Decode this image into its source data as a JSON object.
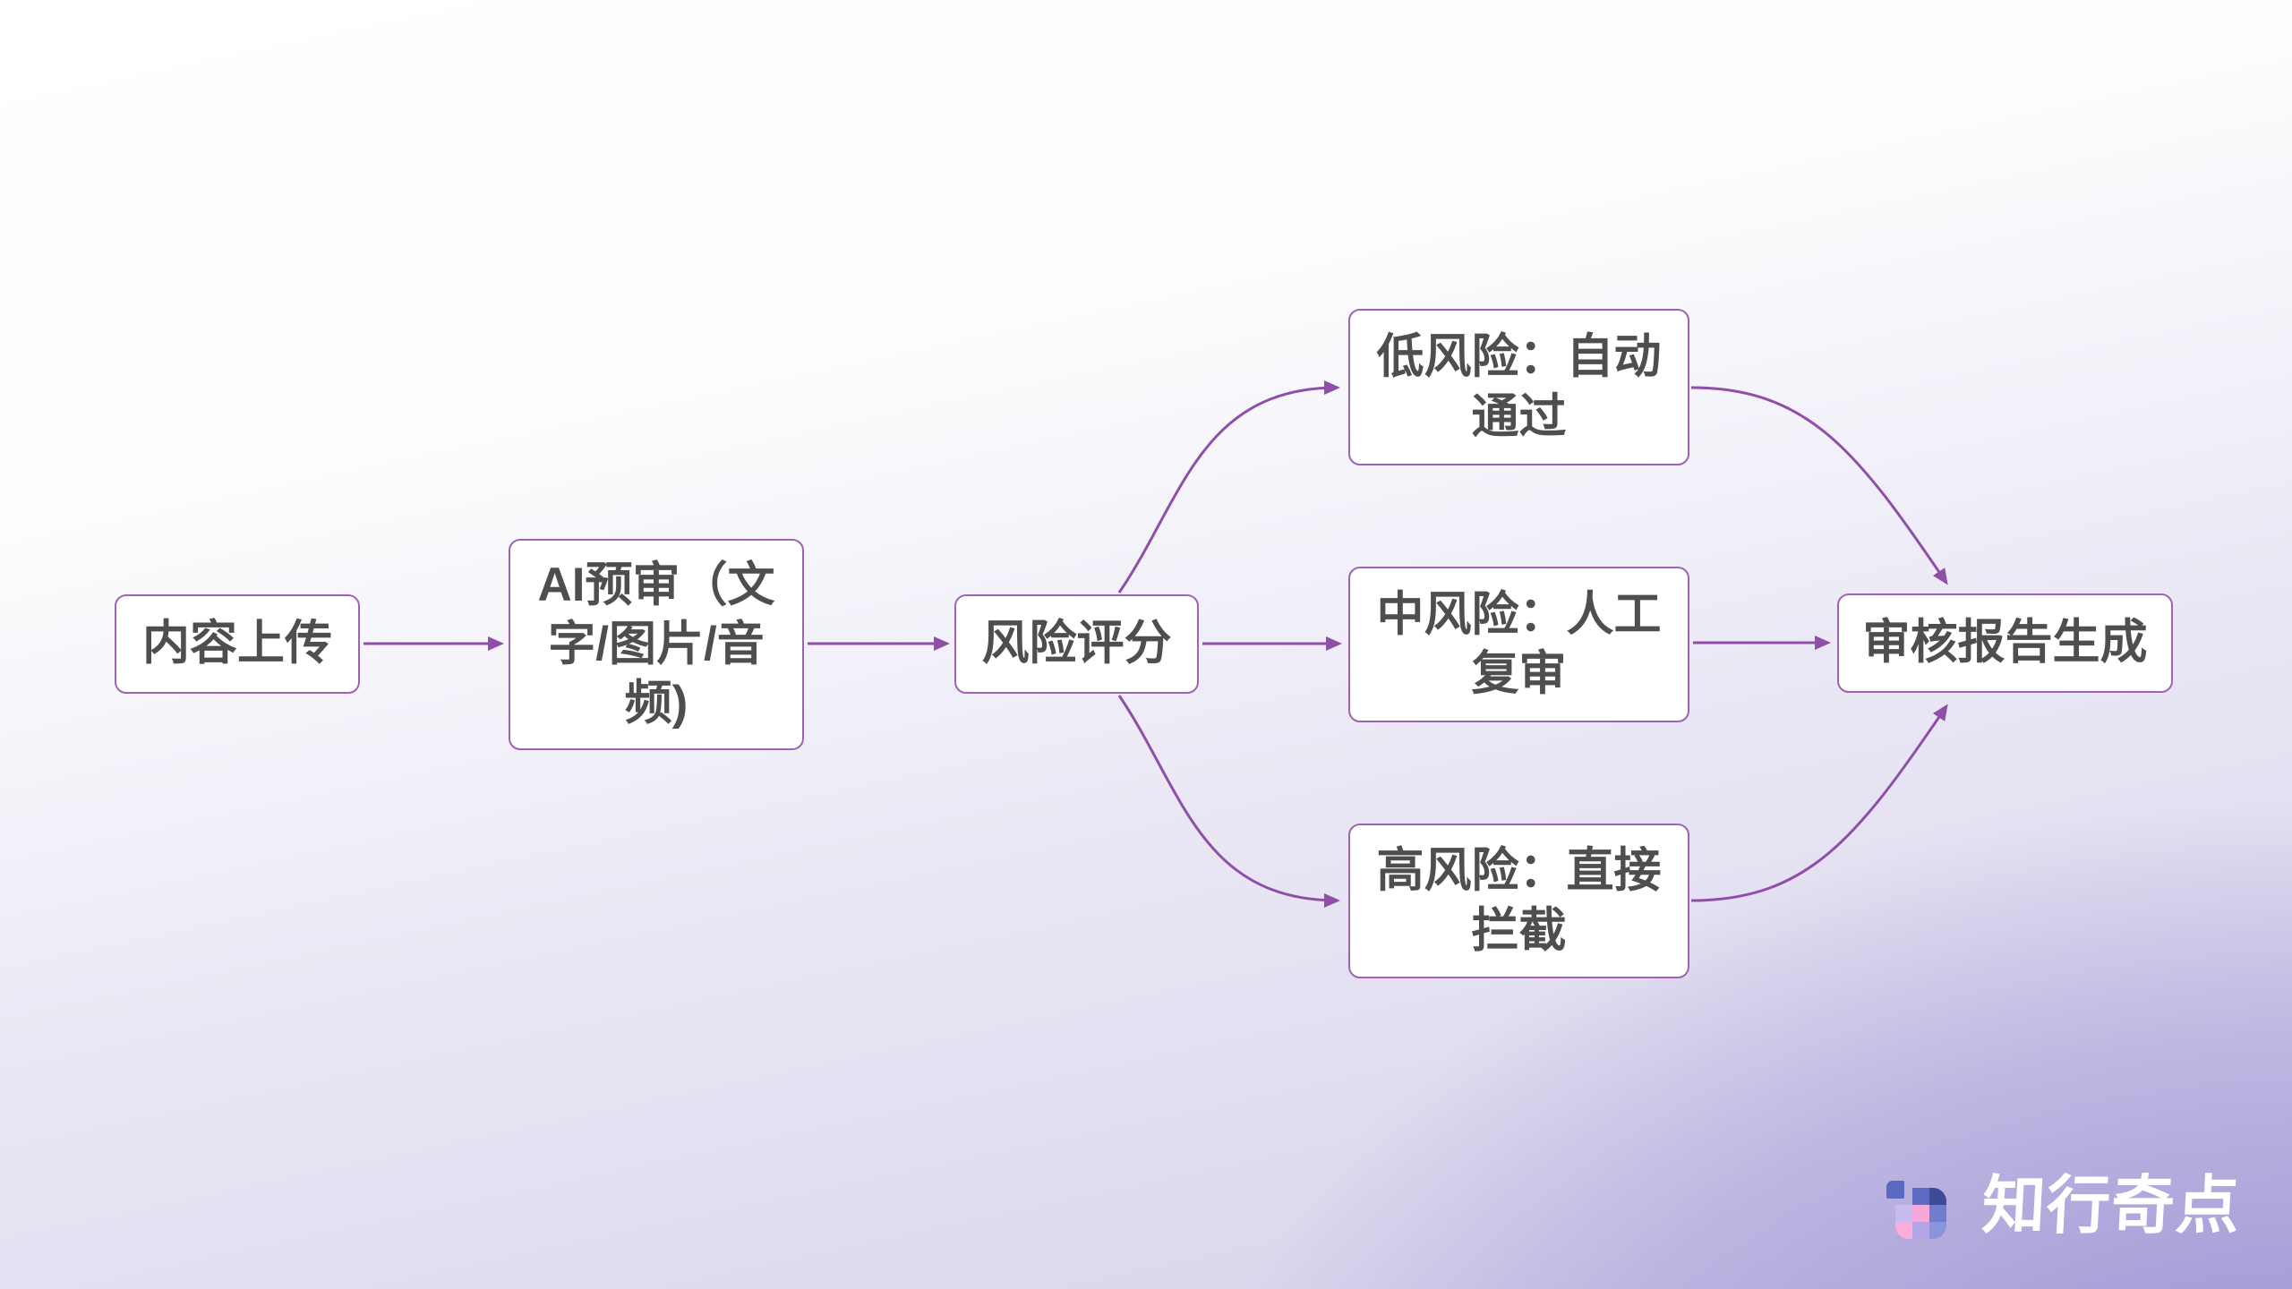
{
  "theme": {
    "connector_color": "#8f4fa8",
    "node_border_color": "#9f62b4",
    "node_fill": "#ffffff",
    "node_text_color": "#4e4e4e",
    "background_top_left": "#ffffff",
    "background_bottom_left": "#d9d5ee",
    "background_bottom_right": "#9a8fd0"
  },
  "flowchart": {
    "nodes": [
      {
        "id": "content-upload",
        "label": "内容上传"
      },
      {
        "id": "ai-precheck",
        "label": "AI预审（文\n字/图片/音\n频)"
      },
      {
        "id": "risk-score",
        "label": "风险评分"
      },
      {
        "id": "low-risk",
        "label": "低风险：自动\n通过"
      },
      {
        "id": "medium-risk",
        "label": "中风险：人工\n复审"
      },
      {
        "id": "high-risk",
        "label": "高风险：直接\n拦截"
      },
      {
        "id": "report",
        "label": "审核报告生成"
      }
    ],
    "edges": [
      {
        "from": "content-upload",
        "to": "ai-precheck"
      },
      {
        "from": "ai-precheck",
        "to": "risk-score"
      },
      {
        "from": "risk-score",
        "to": "low-risk"
      },
      {
        "from": "risk-score",
        "to": "medium-risk"
      },
      {
        "from": "risk-score",
        "to": "high-risk"
      },
      {
        "from": "low-risk",
        "to": "report"
      },
      {
        "from": "medium-risk",
        "to": "report"
      },
      {
        "from": "high-risk",
        "to": "report"
      }
    ]
  },
  "branding": {
    "logo_text": "知行奇点",
    "icon_colors": {
      "detached": "#5b69c1",
      "top_mid": "#5e6bc4",
      "top_right": "#3d4b97",
      "mid_left": "#c9bbf0",
      "mid_center": "#f7a8da",
      "mid_right": "#6f7dce",
      "bottom_left": "#fcaeda",
      "bottom_mid": "#b2a6e9",
      "bottom_right": "#8a93dd"
    }
  }
}
